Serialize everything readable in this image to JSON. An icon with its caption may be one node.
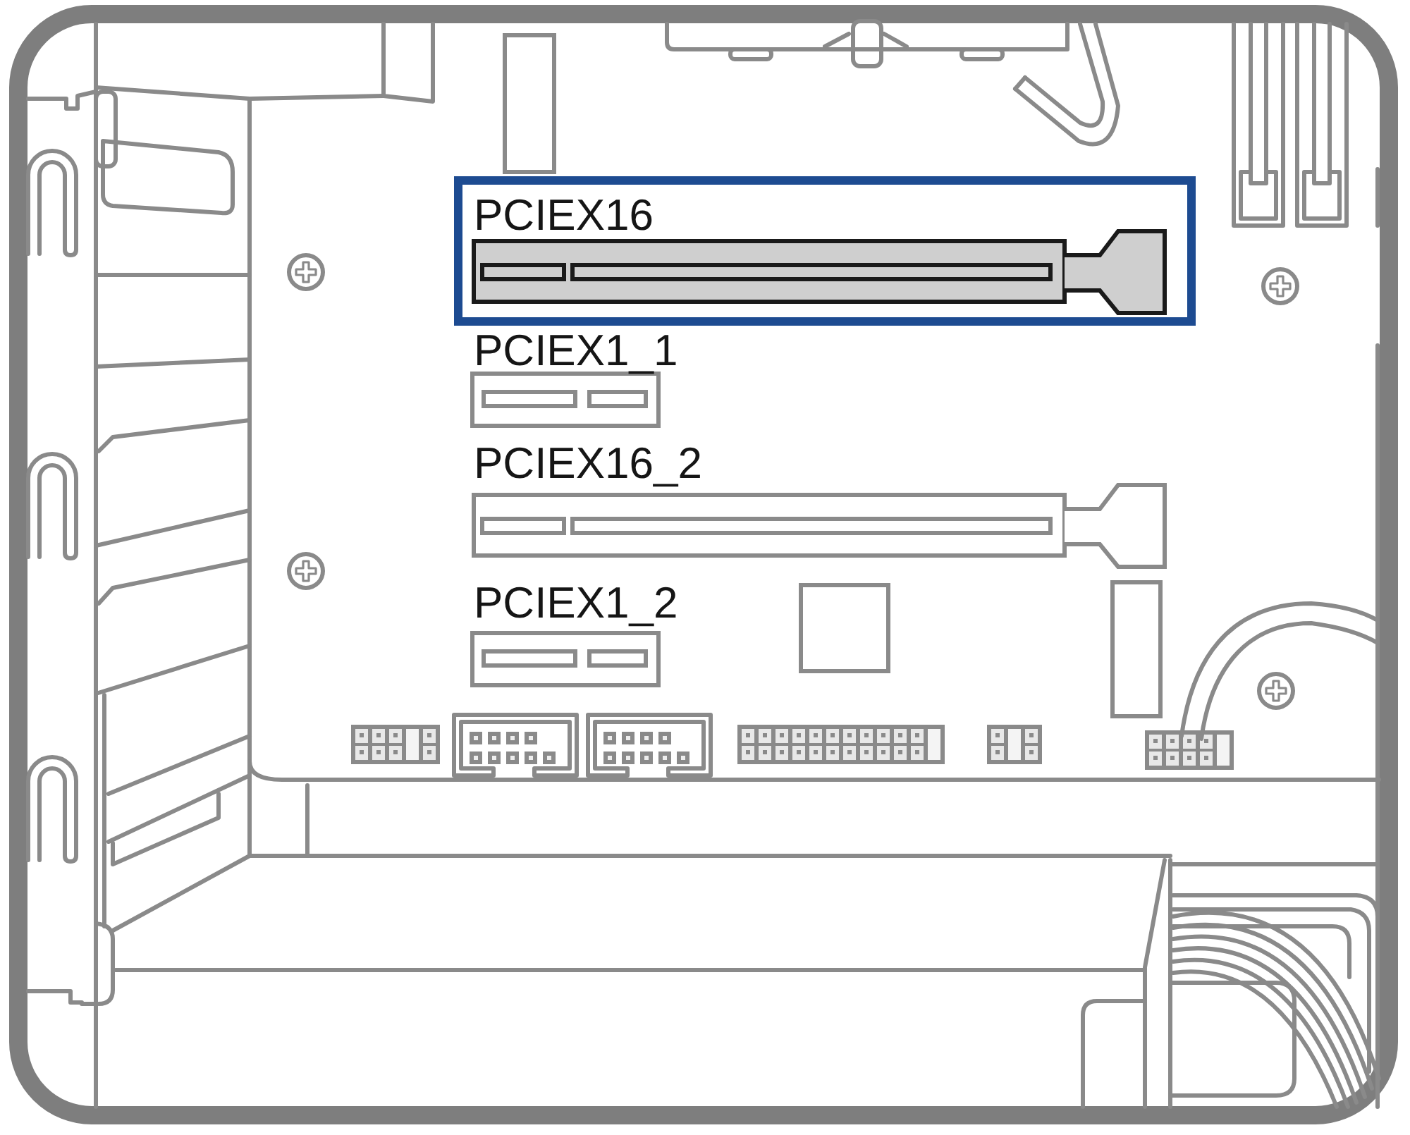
{
  "diagram": {
    "nodes": [
      {
        "text": [
          "PCIEX16"
        ]
      },
      {
        "text": [
          "PCIEX1_1"
        ]
      },
      {
        "text": [
          "PCIEX16_2"
        ]
      },
      {
        "text": [
          "PCIEX1_2"
        ]
      }
    ]
  }
}
